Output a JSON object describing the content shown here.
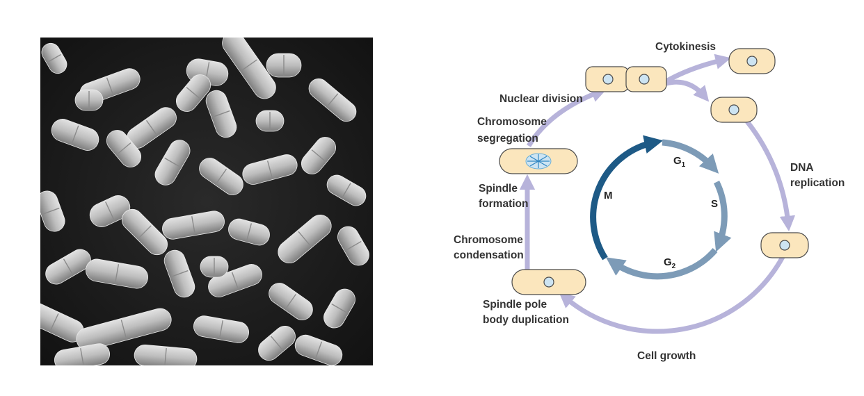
{
  "micrograph": {
    "icon": "rod-shaped-yeast-cells-micrograph",
    "colors": {
      "background": "#1a1a1a",
      "cell": "#c9c9c9"
    }
  },
  "diagram": {
    "labels": {
      "cytokinesis": "Cytokinesis",
      "nuclear_division": "Nuclear division",
      "chromosome_segregation": [
        "Chromosome",
        "segregation"
      ],
      "spindle_formation": [
        "Spindle",
        "formation"
      ],
      "chromosome_condensation": [
        "Chromosome",
        "condensation"
      ],
      "spindle_pole_body_duplication": [
        "Spindle pole",
        "body duplication"
      ],
      "cell_growth": "Cell growth",
      "dna_replication": [
        "DNA",
        "replication"
      ]
    },
    "phases": {
      "g1": {
        "letter": "G",
        "sub": "1"
      },
      "s": "S",
      "g2": {
        "letter": "G",
        "sub": "2"
      },
      "m": "M"
    },
    "colors": {
      "outer_arrow": "#b7b3da",
      "inner_m": "#1e5a86",
      "inner_g": "#7d9bb7",
      "cell_fill": "#fbe6bd",
      "cell_stroke": "#4a4a4a",
      "nucleus": "#cde4f2"
    }
  }
}
